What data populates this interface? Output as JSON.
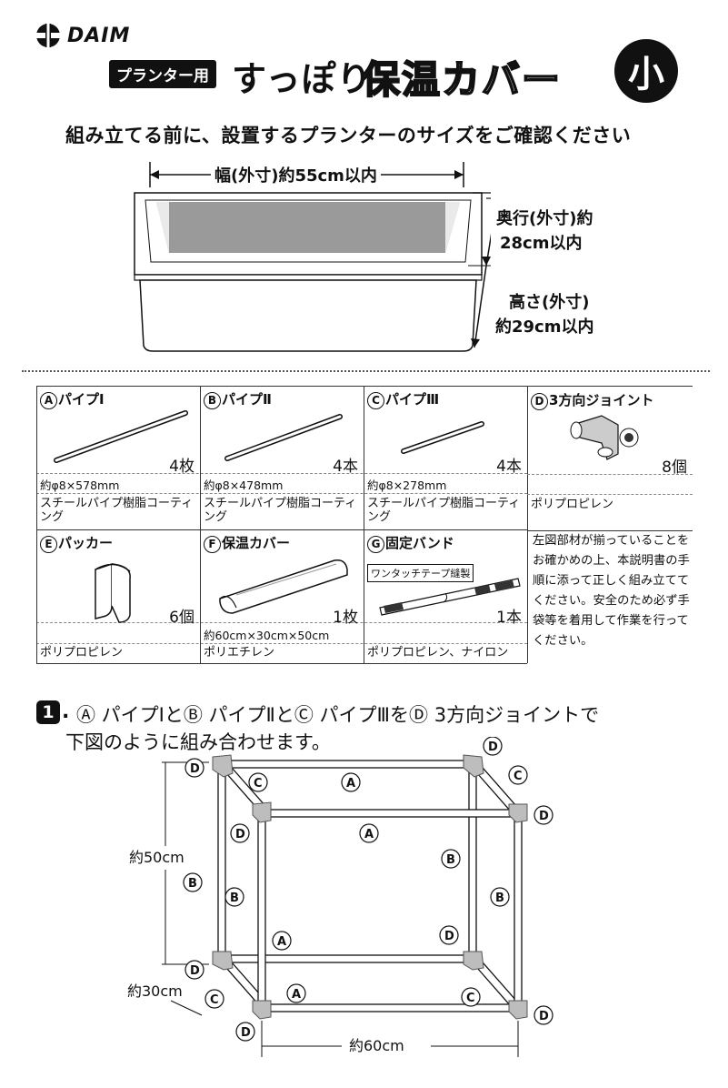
{
  "header": {
    "brand": "DAIM",
    "tag": "プランター用",
    "title_part1": "すっぽり",
    "title_part2": "保温カバー",
    "size_badge": "小"
  },
  "notice": "組み立てる前に、設置するプランターのサイズをご確認ください",
  "planter_dims": {
    "width": "幅(外寸)約55cm以内",
    "depth_line1": "奥行(外寸)約",
    "depth_line2": "28cm以内",
    "height_line1": "高さ(外寸)",
    "height_line2": "約29cm以内"
  },
  "parts": [
    {
      "letter": "A",
      "name": "パイプⅠ",
      "count": "4枚",
      "spec": "約φ8×578mm",
      "material": "スチールパイプ樹脂コーティング"
    },
    {
      "letter": "B",
      "name": "パイプⅡ",
      "count": "4本",
      "spec": "約φ8×478mm",
      "material": "スチールパイプ樹脂コーティング"
    },
    {
      "letter": "C",
      "name": "パイプⅢ",
      "count": "4本",
      "spec": "約φ8×278mm",
      "material": "スチールパイプ樹脂コーティング"
    },
    {
      "letter": "D",
      "name": "3方向ジョイント",
      "count": "8個",
      "spec": "",
      "material": "ポリプロピレン"
    },
    {
      "letter": "E",
      "name": "パッカー",
      "count": "6個",
      "spec": "",
      "material": "ポリプロピレン"
    },
    {
      "letter": "F",
      "name": "保温カバー",
      "count": "1枚",
      "spec": "約60cm×30cm×50cm",
      "material": "ポリエチレン"
    },
    {
      "letter": "G",
      "name": "固定バンド",
      "count": "1本",
      "spec": "",
      "material": "ポリプロピレン、ナイロン",
      "band_label": "ワンタッチテープ縫製"
    }
  ],
  "side_note": "左図部材が揃っていることをお確かめの上、本説明書の手順に添って正しく組み立ててください。安全のため必ず手袋等を着用して作業を行ってください。",
  "step1": {
    "number": "1",
    "line1": "Ⓐ パイプⅠとⒷ パイプⅡとⒸ パイプⅢをⒹ 3方向ジョイントで",
    "line2": "下図のように組み合わせます。"
  },
  "diagram": {
    "height": "約50cm",
    "depth": "約30cm",
    "width": "約60cm",
    "letters": [
      "A",
      "B",
      "C",
      "D"
    ]
  },
  "colors": {
    "ink": "#111111",
    "joint": "#bdbdbd",
    "pipe_fill": "#ffffff"
  }
}
